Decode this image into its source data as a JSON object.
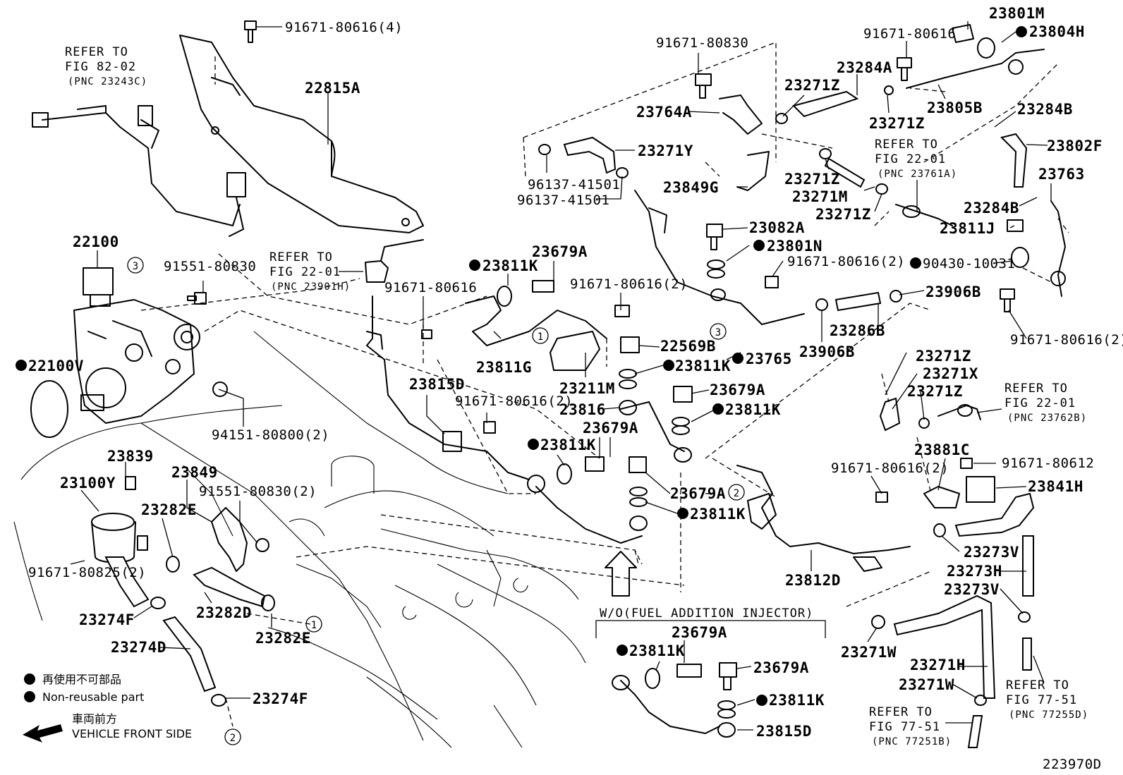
{
  "figure_code": "223970D",
  "legend": {
    "non_reusable_ja": "再使用不可部品",
    "non_reusable_en": "Non-reusable part",
    "front_ja": "車両前方",
    "front_en": "VEHICLE FRONT SIDE"
  },
  "inset_title": "W/O(FUEL ADDITION INJECTOR)",
  "references": {
    "fig8202": {
      "line1": "REFER TO",
      "line2": "FIG 82-02",
      "line3": "(PNC 23243C)"
    },
    "fig2201_a": {
      "line1": "REFER TO",
      "line2": "FIG 22-01",
      "line3": "(PNC 23901H)"
    },
    "fig2201_b": {
      "line1": "REFER TO",
      "line2": "FIG 22-01",
      "line3": "(PNC 23761A)"
    },
    "fig2201_c": {
      "line1": "REFER TO",
      "line2": "FIG 22-01",
      "line3": "(PNC 23762B)"
    },
    "fig7751_a": {
      "line1": "REFER TO",
      "line2": "FIG 77-51",
      "line3": "(PNC 77251B)"
    },
    "fig7751_b": {
      "line1": "REFER TO",
      "line2": "FIG 77-51",
      "line3": "(PNC 77255D)"
    }
  },
  "callouts": {
    "c1": "1",
    "c2": "2",
    "c3": "3"
  },
  "parts": {
    "p01": "91671-80616(4)",
    "p02": "22815A",
    "p03": "22100",
    "p04": "91551-80830",
    "p05": "22100V",
    "p06": "94151-80800(2)",
    "p07": "23839",
    "p08": "23100Y",
    "p09": "23849",
    "p10": "91551-80830(2)",
    "p11": "23282E",
    "p12": "91671-80825(2)",
    "p13": "23282D",
    "p14": "23274F",
    "p15": "23282E",
    "p16": "23274D",
    "p17": "23274F",
    "p18": "23679A",
    "p19": "23811K",
    "p20": "91671-80616",
    "p21": "91671-80616(2)",
    "p22": "23811G",
    "p23": "23211M",
    "p24": "23815D",
    "p25": "91671-80616(2)",
    "p26": "23811K",
    "p27": "23679A",
    "p28": "22569B",
    "p29": "23811K",
    "p30": "23679A",
    "p31": "23816",
    "p32": "23811K",
    "p33": "23679A",
    "p34": "23811K",
    "p35": "91671-80830",
    "p36": "23764A",
    "p37": "23271Y",
    "p38": "96137-41501",
    "p39": "96137-41501",
    "p40": "23849G",
    "p41": "23082A",
    "p42": "23801N",
    "p43": "91671-80616(2)",
    "p44": "23765",
    "p45": "23906B",
    "p46": "23286B",
    "p47": "23906B",
    "p48": "23271Z",
    "p49": "23284A",
    "p50": "23271Z",
    "p51": "23271Z",
    "p52": "23271M",
    "p53": "23271Z",
    "p54": "91671-80616",
    "p55": "23801M",
    "p56": "23804H",
    "p57": "23805B",
    "p58": "23284B",
    "p59": "23802F",
    "p60": "23763",
    "p61": "23284B",
    "p62": "23811J",
    "p63": "90430-10031",
    "p64": "91671-80616(2)",
    "p65": "23271Z",
    "p66": "23271X",
    "p67": "23271Z",
    "p68": "23881C",
    "p69": "91671-80612",
    "p70": "23841H",
    "p71": "91671-80616(2)",
    "p72": "23812D",
    "p73": "23273V",
    "p74": "23273H",
    "p75": "23273V",
    "p76": "23271W",
    "p77": "23271H",
    "p78": "23271W",
    "p79": "23679A",
    "p80": "23811K",
    "p81": "23679A",
    "p82": "23811K",
    "p83": "23815D"
  }
}
